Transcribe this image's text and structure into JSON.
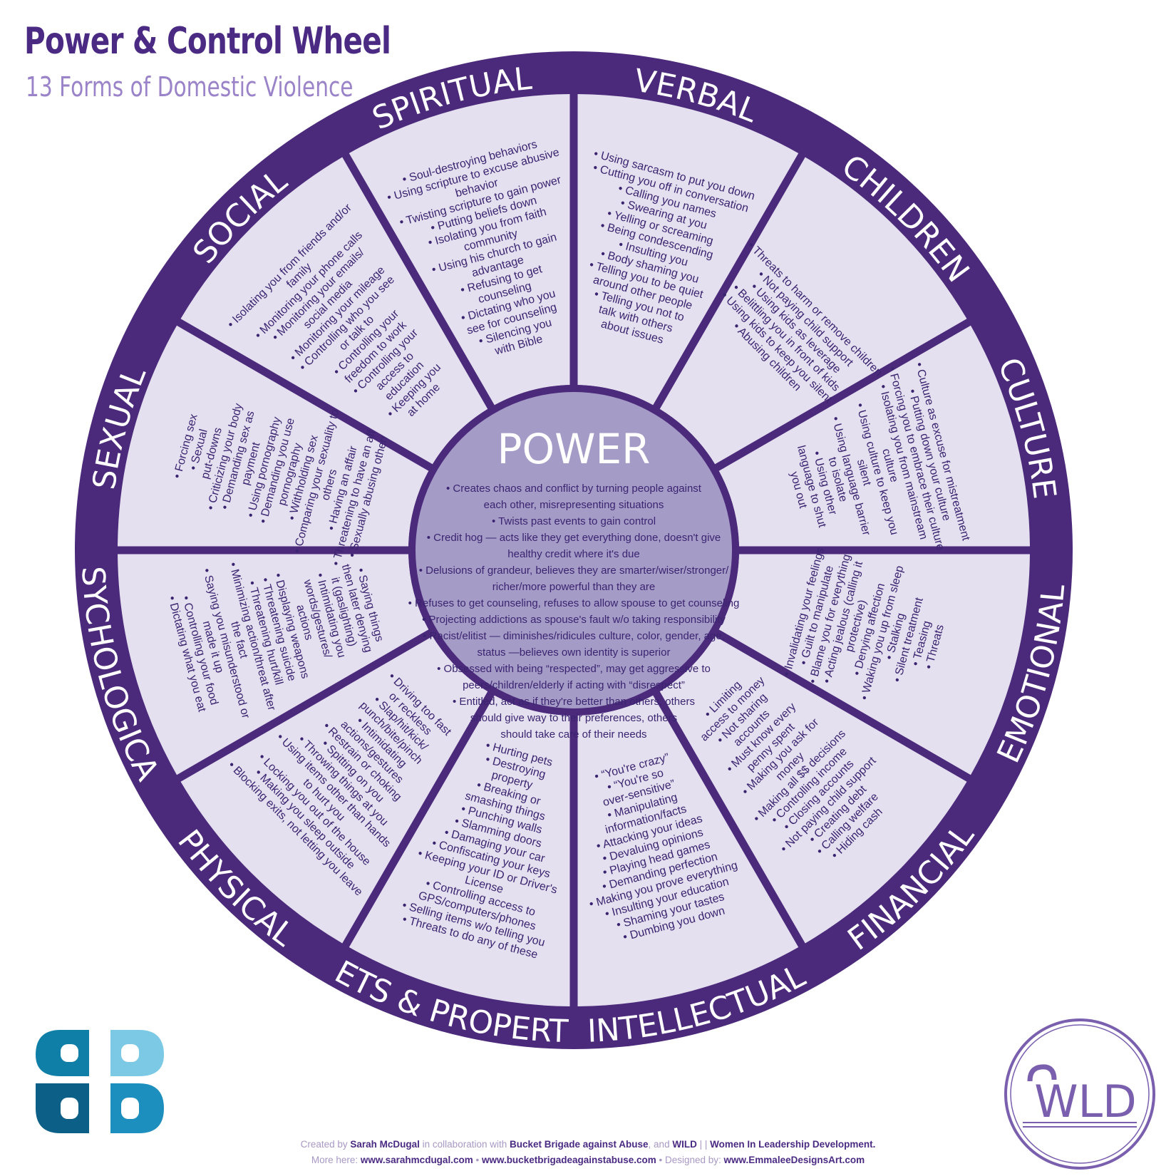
{
  "title": "Power & Control Wheel",
  "subtitle": "13 Forms of Domestic Violence",
  "center": {
    "heading": "Power",
    "lines": [
      "• Creates chaos and conflict by turning people against",
      "each other, misrepresenting situations",
      "• Twists past events to gain control",
      "• Credit hog — acts like they get everything done, doesn't give",
      "healthy credit where it's due",
      "• Delusions of grandeur, believes they are smarter/wiser/stronger/",
      "richer/more powerful than they are",
      "• Refuses to get counseling, refuses to allow spouse to get counseling",
      "• Projecting addictions as spouse's fault w/o taking responsibility",
      "• Racist/elitist — diminishes/ridicules culture, color, gender, age,",
      "status —believes own identity is superior",
      "• Obsessed with being “respected”, may get aggressive to",
      "peers/children/elderly if acting with “disrespect”",
      "• Entitled, act as if they're better than others, others",
      "should give way to their preferences, others",
      "should take care of their needs"
    ]
  },
  "sections": [
    {
      "label": "Verbal",
      "items": [
        "• Using sarcasm to put you down",
        "• Cutting you off in conversation",
        "• Calling you names",
        "• Swearing at you",
        "• Yelling or screaming",
        "• Being condescending",
        "• Insulting you",
        "• Body shaming you",
        "• Telling you to be quiet",
        "around other people",
        "• Telling you not to",
        "talk with others",
        "about issues"
      ]
    },
    {
      "label": "Children",
      "items": [
        "• Threats to harm or remove children",
        "• Not paying child support",
        "• Using kids as leverage",
        "• Belittling you in front of kids",
        "• Using kids to keep you silent",
        "• Abusing children"
      ]
    },
    {
      "label": "Culture",
      "items": [
        "• Culture as excuse for mistreatment",
        "• Putting down your culture",
        "• Forcing you to embrace their culture",
        "• Isolating you from mainstream",
        "culture",
        "• Using culture to keep you",
        "silent",
        "• Using language barrier",
        "to isolate",
        "• Using other",
        "language to shut",
        "you out"
      ]
    },
    {
      "label": "Emotional",
      "items": [
        "• Invalidating your feelings",
        "• Guilt to manipulate",
        "• Blame you for everything",
        "• Acting jealous (calling it",
        "protective)",
        "• Denying affection",
        "• Waking you up from sleep",
        "• Stalking",
        "• Silent treatment",
        "• Teasing",
        "• Threats"
      ]
    },
    {
      "label": "Financial",
      "items": [
        "• Limiting",
        "access to money",
        "• Not sharing",
        "accounts",
        "• Must know every",
        "penny spent",
        "• Making you ask for",
        "money",
        "• Making all $$ decisions",
        "• Controlling income",
        "• Closing accounts",
        "• Not paying child support",
        "• Creating debt",
        "• Calling welfare",
        "• Hiding cash"
      ]
    },
    {
      "label": "Intellectual",
      "items": [
        "• “You're crazy”",
        "• “You're so",
        "over-sensitive”",
        "• Manipulating",
        "information/facts",
        "• Attacking your ideas",
        "• Devaluing opinions",
        "• Playing head games",
        "• Demanding perfection",
        "• Making you prove everything",
        "• Insulting your education",
        "• Shaming your tastes",
        "• Dumbing you down"
      ]
    },
    {
      "label": "Pets & Property",
      "items": [
        "• Hurting pets",
        "• Destroying",
        "property",
        "• Breaking or",
        "smashing things",
        "• Punching walls",
        "• Slamming doors",
        "• Damaging your car",
        "• Confiscating your keys",
        "• Keeping your ID or Driver's",
        "License",
        "• Controlling access to",
        "GPS/computers/phones",
        "• Selling items w/o telling you",
        "• Threats to do any of these"
      ]
    },
    {
      "label": "Physical",
      "items": [
        "• Driving too fast",
        "or reckless",
        "• Slap/hit/kick/",
        "punch/bite/pinch",
        "• Intimidating",
        "actions/gestures",
        "• Restrain or choking",
        "• Spitting on you",
        "• Throwing things at you",
        "• Using items other than hands",
        "to hurt you",
        "• Locking you out of the house",
        "• Making you sleep outside",
        "• Blocking exits, not letting you leave"
      ]
    },
    {
      "label": "Psychological",
      "items": [
        "• Saying things",
        "then later denying",
        "it (gaslighting)",
        "• Intimidating you",
        "words/gestures/",
        "actions",
        "• Displaying weapons",
        "• Threatening suicide",
        "• Threatening hurt/kill",
        "• Minimizing action/threat after",
        "the fact",
        "• Saying you misunderstood or",
        "made it up",
        "• Controlling your food",
        "• Dictating what you eat"
      ]
    },
    {
      "label": "Sexual",
      "items": [
        "• Forcing sex",
        "• Sexual",
        "put-downs",
        "• Criticizing your body",
        "• Demanding sex as",
        "payment",
        "• Using pornography",
        "• Demanding you use",
        "pornography",
        "• Withholding sex",
        "• Comparing your sexuality to",
        "others",
        "• Having an affair",
        "• Threatening to have an affair",
        "• Sexually abusing others"
      ]
    },
    {
      "label": "Social",
      "items": [
        "• Isolating you from friends and/or",
        "family",
        "• Monitoring your phone calls",
        "• Monitoring your emails/",
        "social media",
        "• Monitoring your mileage",
        "• Controlling who you see",
        "or talk to",
        "• Controlling your",
        "freedom to work",
        "• Controlling your",
        "access to",
        "education",
        "• Keeping you",
        "at home"
      ]
    },
    {
      "label": "Spiritual",
      "items": [
        "• Soul-destroying behaviors",
        "• Using scripture to excuse abusive",
        "behavior",
        "• Twisting scripture to gain power",
        "• Putting beliefs down",
        "• Isolating you from faith",
        "community",
        "• Using his church to gain",
        "advantage",
        "• Refusing to get",
        "counseling",
        "• Dictating who you",
        "see for counseling",
        "• Silencing you",
        "with Bible"
      ]
    }
  ],
  "credits": {
    "line1": [
      {
        "t": "Created by ",
        "b": false
      },
      {
        "t": "Sarah McDugal",
        "b": true
      },
      {
        "t": " in collaboration with ",
        "b": false
      },
      {
        "t": "Bucket Brigade against Abuse",
        "b": true
      },
      {
        "t": ", and ",
        "b": false
      },
      {
        "t": "WILD",
        "b": true
      },
      {
        "t": "  |  |  ",
        "b": false
      },
      {
        "t": "Women In Leadership Development.",
        "b": true
      }
    ],
    "line2": [
      {
        "t": "More here:   ",
        "b": false
      },
      {
        "t": "www.sarahmcdugal.com",
        "b": true
      },
      {
        "t": "   •   ",
        "b": false
      },
      {
        "t": "www.bucketbrigadeagainstabuse.com",
        "b": true
      },
      {
        "t": "   •   Designed by: ",
        "b": false
      },
      {
        "t": "www.EmmaleeDesignsArt.com",
        "b": true
      }
    ]
  },
  "logos": {
    "left": "bucket-brigade-logo",
    "right_text": "WLD"
  },
  "colors": {
    "ring": "#4b2a7b",
    "segment": "#e4e0ef",
    "center": "#a59bc7",
    "text": "#3a2470",
    "label": "#ffffff",
    "title": "#4a2a82",
    "subtitle": "#9a83c8"
  }
}
